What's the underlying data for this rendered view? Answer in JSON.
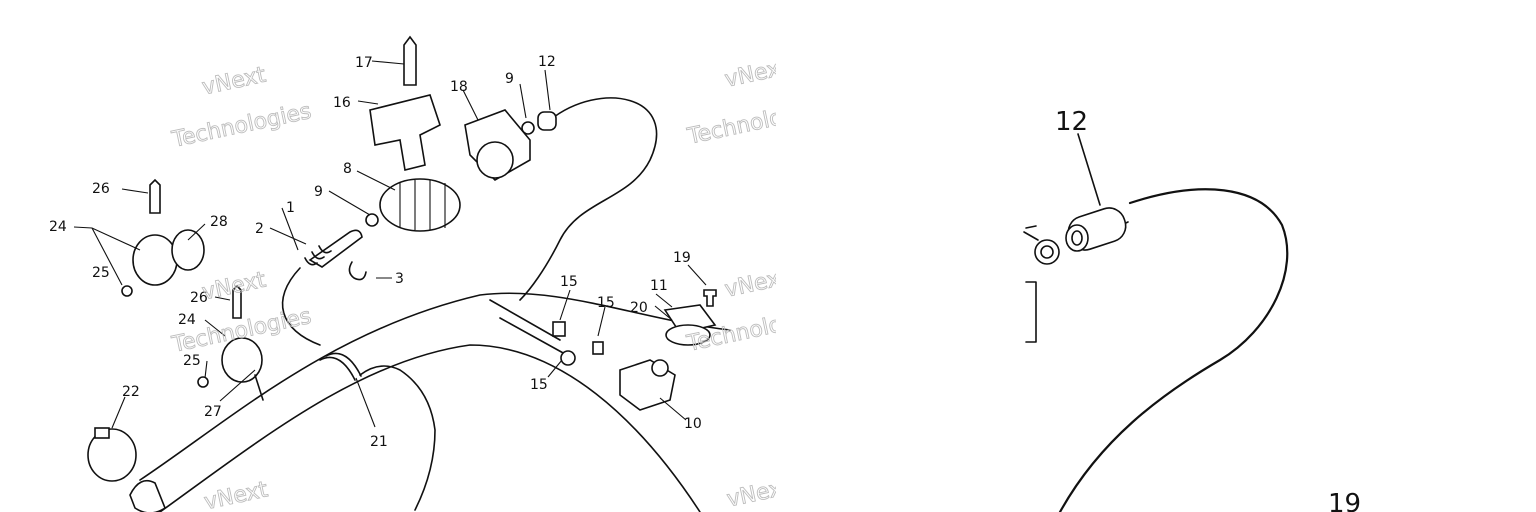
{
  "watermark": {
    "line1": "vNext",
    "line2": "Technologies"
  },
  "callouts": [
    {
      "id": "c17",
      "text": "17"
    },
    {
      "id": "c16",
      "text": "16"
    },
    {
      "id": "c18",
      "text": "18"
    },
    {
      "id": "c9a",
      "text": "9"
    },
    {
      "id": "c12",
      "text": "12"
    },
    {
      "id": "c8",
      "text": "8"
    },
    {
      "id": "c9b",
      "text": "9"
    },
    {
      "id": "c26a",
      "text": "26"
    },
    {
      "id": "c28",
      "text": "28"
    },
    {
      "id": "c24a",
      "text": "24"
    },
    {
      "id": "c25a",
      "text": "25"
    },
    {
      "id": "c1",
      "text": "1"
    },
    {
      "id": "c2",
      "text": "2"
    },
    {
      "id": "c3",
      "text": "3"
    },
    {
      "id": "c26b",
      "text": "26"
    },
    {
      "id": "c24b",
      "text": "24"
    },
    {
      "id": "c25b",
      "text": "25"
    },
    {
      "id": "c27",
      "text": "27"
    },
    {
      "id": "c22",
      "text": "22"
    },
    {
      "id": "c21",
      "text": "21"
    },
    {
      "id": "c15a",
      "text": "15"
    },
    {
      "id": "c15b",
      "text": "15"
    },
    {
      "id": "c15c",
      "text": "15"
    },
    {
      "id": "c19",
      "text": "19"
    },
    {
      "id": "c11",
      "text": "11"
    },
    {
      "id": "c20",
      "text": "20"
    },
    {
      "id": "c10",
      "text": "10"
    }
  ],
  "detail_view": {
    "label_12": "12",
    "label_19": "19"
  }
}
